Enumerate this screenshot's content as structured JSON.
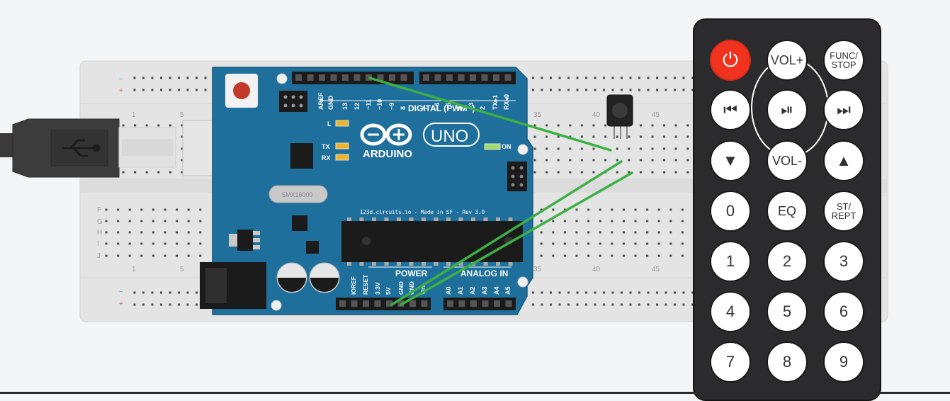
{
  "breadboard": {
    "col_numbers_top": [
      "1",
      "5",
      "35",
      "40",
      "45"
    ],
    "col_numbers_bottom": [
      "1",
      "5",
      "35",
      "40",
      "45"
    ],
    "row_letters": [
      "F",
      "G",
      "H",
      "I",
      "J"
    ],
    "rail_minus": "−",
    "rail_plus": "+"
  },
  "arduino": {
    "brand": "ARDUINO",
    "model": "UNO",
    "digital_label": "DIGITAL (PWM~)",
    "top_pins": [
      "AREF",
      "GND",
      "13",
      "12",
      "~11",
      "~10",
      "~9",
      "8",
      "7",
      "~6",
      "~5",
      "4",
      "~3",
      "2",
      "TX▸1",
      "RX◂0"
    ],
    "led_l": "L",
    "led_tx": "TX",
    "led_rx": "RX",
    "led_on": "ON",
    "crystal": "5MX16000",
    "credit": "123d.circuits.io - Made in SF - Rev 3.0",
    "power_label": "POWER",
    "analog_label": "ANALOG IN",
    "power_pins": [
      "IOREF",
      "RESET",
      "3.3V",
      "5V",
      "GND",
      "GND",
      "Vin"
    ],
    "analog_pins": [
      "A0",
      "A1",
      "A2",
      "A3",
      "A4",
      "A5"
    ]
  },
  "remote": {
    "buttons": {
      "power": "⏻",
      "vol_up": "VOL+",
      "func_stop_1": "FUNC/",
      "func_stop_2": "STOP",
      "prev": "⏮",
      "play_pause": "⏯",
      "next": "⏭",
      "down": "▼",
      "vol_down": "VOL-",
      "up": "▲",
      "zero": "0",
      "eq": "EQ",
      "st_rept_1": "ST/",
      "st_rept_2": "REPT",
      "one": "1",
      "two": "2",
      "three": "3",
      "four": "4",
      "five": "5",
      "six": "6",
      "seven": "7",
      "eight": "8",
      "nine": "9"
    },
    "colors": {
      "body": "#2b2b2d",
      "power": "#f0321e",
      "button": "#ffffff"
    }
  },
  "colors": {
    "board_blue": "#1f6f9c",
    "breadboard": "#e4e4e4",
    "wire_green": "#3cb043"
  }
}
